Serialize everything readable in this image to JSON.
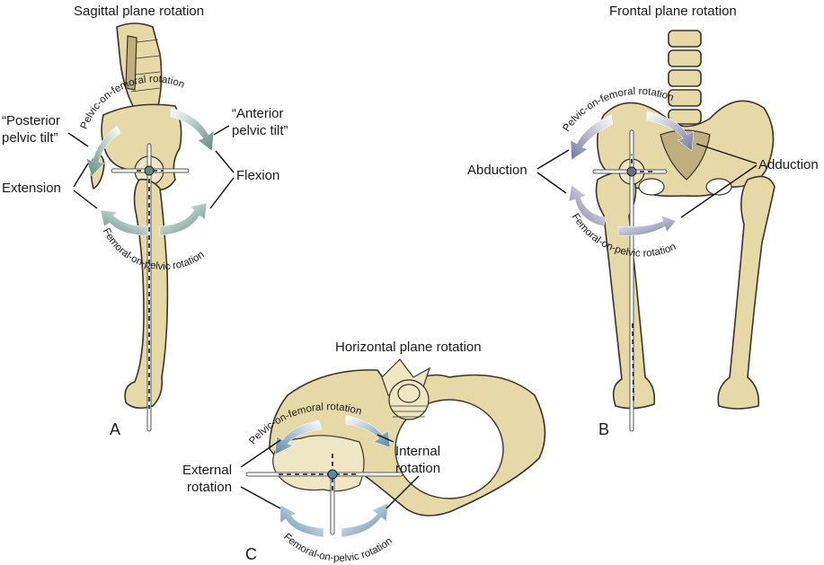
{
  "figure": {
    "panels": [
      {
        "id": "A",
        "title": "Sagittal plane rotation",
        "upper_arc_label": "Pelvic-on-femoral rotation",
        "lower_arc_label": "Femoral-on-pelvic rotation",
        "labels": {
          "left_upper": [
            "“Posterior",
            "pelvic tilt”"
          ],
          "right_upper": [
            "“Anterior",
            "pelvic tilt”"
          ],
          "left_motion": "Extension",
          "right_motion": "Flexion"
        },
        "arrow_color": "#5f8a80"
      },
      {
        "id": "B",
        "title": "Frontal plane rotation",
        "upper_arc_label": "Pelvic-on-femoral rotation",
        "lower_arc_label": "Femoral-on-pelvic rotation",
        "labels": {
          "left_motion": "Abduction",
          "right_motion": "Adduction"
        },
        "arrow_color": "#7379a0"
      },
      {
        "id": "C",
        "title": "Horizontal plane rotation",
        "upper_arc_label": "Pelvic-on-femoral rotation",
        "lower_arc_label": "Femoral-on-pelvic rotation",
        "labels": {
          "left_motion": [
            "External",
            "rotation"
          ],
          "right_motion": [
            "Internal",
            "rotation"
          ]
        },
        "arrow_color": "#5a88aa"
      }
    ],
    "colors": {
      "bone": "#e6d9a8",
      "bone_shadow": "#bfae7e",
      "outline": "#3a3326",
      "pivot_A": "#5f8a80",
      "pivot_B": "#6a6f88",
      "pivot_C": "#5a88aa"
    }
  }
}
